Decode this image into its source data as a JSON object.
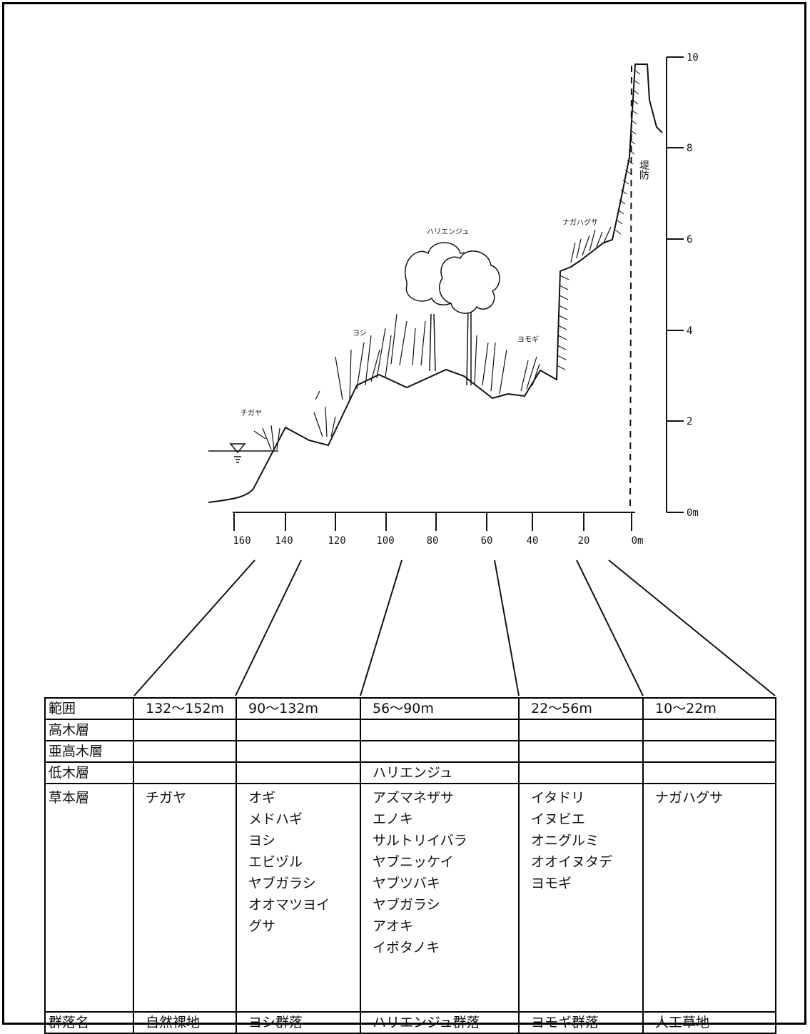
{
  "profile": {
    "vertical_axis_ticks": [
      "10",
      "8",
      "6",
      "4",
      "2",
      "0m"
    ],
    "horizontal_axis_ticks": [
      "160",
      "140",
      "120",
      "100",
      "80",
      "60",
      "40",
      "20",
      "0m"
    ],
    "labels": {
      "levee": "堤防",
      "nagahagusa": "ナガハグサ",
      "hariengu": "ハリエンジュ",
      "yoshi": "ヨシ",
      "yomogi": "ヨモギ",
      "chigaya": "チガヤ"
    }
  },
  "table": {
    "row_labels": {
      "range": "範囲",
      "tall_tree": "高木層",
      "sub_tall_tree": "亜高木層",
      "low_tree": "低木層",
      "herb": "草本層",
      "community": "群落名"
    },
    "zones": [
      {
        "range": "132〜152m",
        "tall_tree": "",
        "sub_tall_tree": "",
        "low_tree": "",
        "herb": [
          "チガヤ"
        ],
        "community": "自然裸地"
      },
      {
        "range": "90〜132m",
        "tall_tree": "",
        "sub_tall_tree": "",
        "low_tree": "",
        "herb": [
          "オギ",
          "メドハギ",
          "ヨシ",
          "エビヅル",
          "ヤブガラシ",
          "オオマツヨイ",
          "グサ"
        ],
        "community": "ヨシ群落"
      },
      {
        "range": "56〜90m",
        "tall_tree": "",
        "sub_tall_tree": "",
        "low_tree": "ハリエンジュ",
        "herb": [
          "アズマネザサ",
          "エノキ",
          "サルトリイバラ",
          "ヤブニッケイ",
          "ヤブツバキ",
          "ヤブガラシ",
          "アオキ",
          "イボタノキ"
        ],
        "community": "ハリエンジュ群落"
      },
      {
        "range": "22〜56m",
        "tall_tree": "",
        "sub_tall_tree": "",
        "low_tree": "",
        "herb": [
          "イタドリ",
          "イヌビエ",
          "オニグルミ",
          "オオイヌタデ",
          "ヨモギ"
        ],
        "community": "ヨモギ群落"
      },
      {
        "range": "10〜22m",
        "tall_tree": "",
        "sub_tall_tree": "",
        "low_tree": "",
        "herb": [
          "ナガハグサ"
        ],
        "community": "人工草地"
      }
    ]
  }
}
